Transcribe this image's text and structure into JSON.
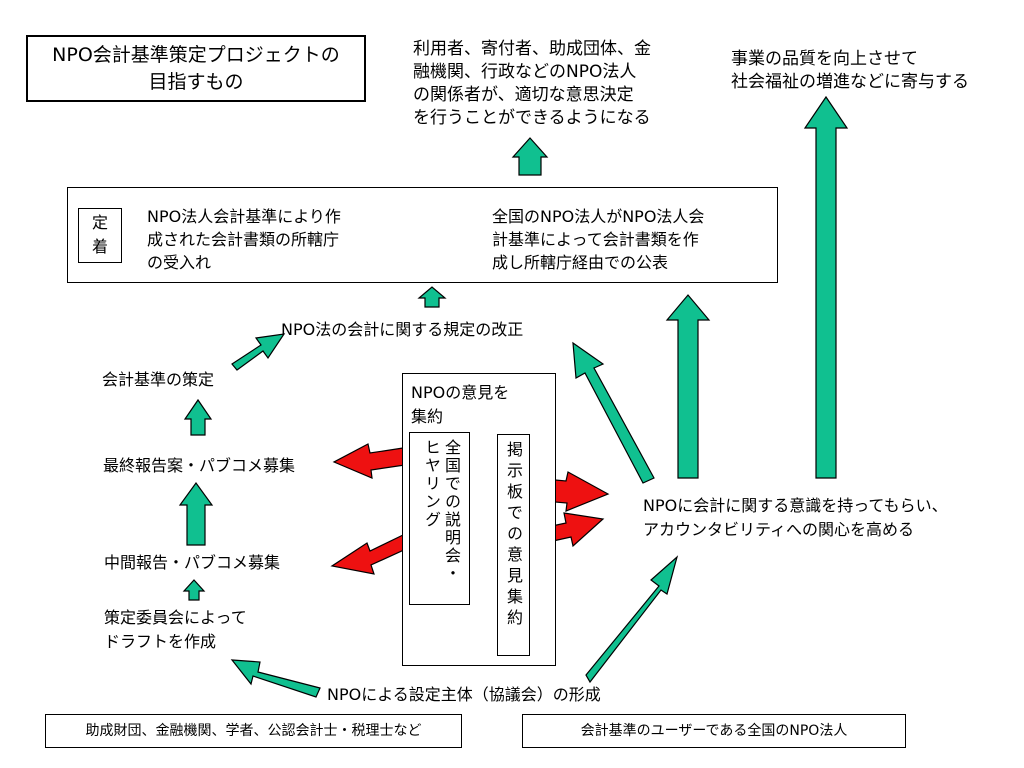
{
  "title": "NPO会計基準策定プロジェクトの\n目指すもの",
  "goals": {
    "stakeholders": "利用者、寄付者、助成団体、金\n融機関、行政などのNPO法人\nの関係者が、適切な意思決定\nを行うことができるようになる",
    "welfare": "事業の品質を向上させて\n社会福祉の増進などに寄与する"
  },
  "establishment": {
    "tag": "定\n着",
    "acceptance": "NPO法人会計基準により作\n成された会計書類の所轄庁\nの受入れ",
    "publication": "全国のNPO法人がNPO法人会\n計基準によって会計書類を作\n成し所轄庁経由での公表"
  },
  "steps": {
    "law_revision": "NPO法の会計に関する規定の改正",
    "standard": "会計基準の策定",
    "final_report": "最終報告案・パブコメ募集",
    "interim_report": "中間報告・パブコメ募集",
    "draft": "策定委員会によって\nドラフトを作成",
    "formation": "NPOによる設定主体（協議会）の形成"
  },
  "opinions": {
    "heading": "NPOの意見を\n集約",
    "hearing": "全国での説明会・\nヒヤリング",
    "board": "掲示板での意見集約"
  },
  "awareness": "NPOに会計に関する意識を持ってもらい、\nアカウンタビリティへの関心を高める",
  "footer": {
    "supporters": "助成財団、金融機関、学者、公認会計士・税理士など",
    "users": "会計基準のユーザーである全国のNPO法人"
  },
  "colors": {
    "arrow_green": "#10c090",
    "arrow_red": "#ee1111"
  }
}
